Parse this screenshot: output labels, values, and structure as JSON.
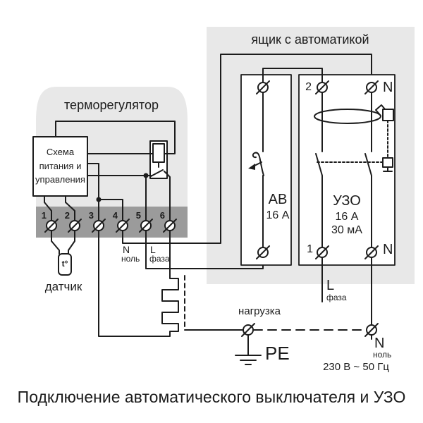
{
  "title": "Подключение автоматического выключателя и УЗО",
  "thermostat": {
    "label": "терморегулятор",
    "circuit_box": {
      "line1": "Схема",
      "line2": "питания и",
      "line3": "управления"
    },
    "terminals": [
      "1",
      "2",
      "3",
      "4",
      "5",
      "6"
    ],
    "sensor_bulb": "t°",
    "sensor_label": "датчик",
    "neutral_letter": "N",
    "neutral_word": "ноль",
    "phase_letter": "L",
    "phase_word": "фаза"
  },
  "panel": {
    "label": "ящик с автоматикой",
    "breaker_name": "АВ",
    "breaker_rating": "16 А",
    "rcd_name": "УЗО",
    "rcd_rating": "16 А",
    "rcd_sensitivity": "30 мА",
    "rcd_in_terminal": "1",
    "rcd_out_terminal": "2",
    "neutral_top": "N",
    "neutral_bottom": "N"
  },
  "supply": {
    "phase_letter": "L",
    "phase_word": "фаза",
    "neutral_letter": "N",
    "neutral_word": "ноль",
    "rating": "230 В ~ 50 Гц"
  },
  "load": {
    "label": "нагрузка",
    "earth_label": "PE"
  },
  "colors": {
    "line": "#1c1c1c",
    "body_gray": "#e8e8e8",
    "strip_gray": "#9b9b9b"
  }
}
